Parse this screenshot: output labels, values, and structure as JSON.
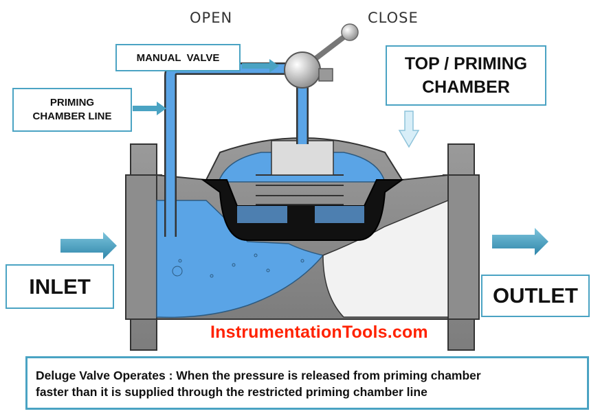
{
  "positions": {
    "open": "OPEN",
    "close": "CLOSE"
  },
  "labels": {
    "manual_valve": "MANUAL  VALVE",
    "priming_line": [
      "PRIMING",
      "CHAMBER LINE"
    ],
    "top_chamber": [
      "TOP / PRIMING",
      "CHAMBER"
    ],
    "inlet": "INLET",
    "outlet": "OUTLET"
  },
  "watermark": "InstrumentationTools.com",
  "caption": [
    "Deluge Valve Operates : When the pressure is released from priming chamber",
    "faster than it is supplied through the restricted priming chamber line"
  ],
  "colors": {
    "water": "#5aa4e6",
    "body": "#8a8a8a",
    "accent": "#4aa3c3",
    "watermark": "#ff2200"
  }
}
